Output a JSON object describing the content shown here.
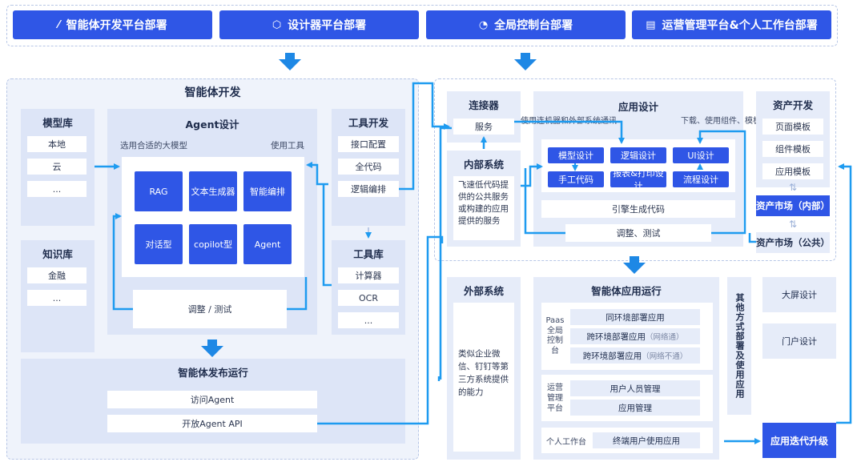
{
  "top_buttons": [
    {
      "icon": "wand-icon",
      "glyph": "⁄",
      "label": "智能体开发平台部署"
    },
    {
      "icon": "cube-icon",
      "glyph": "⬡",
      "label": "设计器平台部署"
    },
    {
      "icon": "gauge-icon",
      "glyph": "◔",
      "label": "全局控制台部署"
    },
    {
      "icon": "layout-icon",
      "glyph": "▤",
      "label": "运营管理平台&个人工作台部署"
    }
  ],
  "agent_dev": {
    "title": "智能体开发",
    "model_lib": {
      "title": "模型库",
      "items": [
        "本地",
        "云",
        "..."
      ]
    },
    "knowledge_lib": {
      "title": "知识库",
      "items": [
        "金融",
        "..."
      ]
    },
    "agent_design": {
      "title": "Agent设计",
      "hint_left": "选用合适的大模型",
      "hint_right": "使用工具",
      "tiles": [
        "RAG",
        "文本生成器",
        "智能编排",
        "对话型",
        "copilot型",
        "Agent"
      ],
      "adjust": "调整 / 测试"
    },
    "tool_dev": {
      "title": "工具开发",
      "items": [
        "接口配置",
        "全代码",
        "逻辑编排"
      ]
    },
    "tool_lib": {
      "title": "工具库",
      "items": [
        "计算器",
        "OCR",
        "..."
      ]
    },
    "publish": {
      "title": "智能体发布运行",
      "items": [
        "访问Agent",
        "开放Agent API"
      ]
    }
  },
  "connector": {
    "title": "连接器",
    "service": "服务",
    "note": "使用连机器和外部系统通讯"
  },
  "internal": {
    "title": "内部系统",
    "desc": "飞速低代码提供的公共服务或构建的应用提供的服务"
  },
  "app_design": {
    "title": "应用设计",
    "note": "下载、使用组件、模板",
    "row1": [
      "模型设计",
      "逻辑设计",
      "UI设计"
    ],
    "row2": [
      "手工代码",
      "报表&打印设计",
      "流程设计"
    ],
    "engine": "引擎生成代码",
    "adjust": "调整、测试"
  },
  "asset_dev": {
    "title": "资产开发",
    "items": [
      "页面模板",
      "组件模板",
      "应用模板"
    ]
  },
  "market_internal": "资产市场（内部）",
  "market_public": "资产市场（公共）",
  "external": {
    "title": "外部系统",
    "desc": "类似企业微信、钉钉等第三方系统提供的能力"
  },
  "app_run": {
    "title": "智能体应用运行",
    "paas_label": "Paas全局控制台",
    "paas_items": [
      {
        "main": "同环境部署应用",
        "sub": ""
      },
      {
        "main": "跨环境部署应用",
        "sub": "（网络通）"
      },
      {
        "main": "跨环境部署应用",
        "sub": "（网络不通）"
      }
    ],
    "ops_label": "运营管理平台",
    "ops_items": [
      "用户人员管理",
      "应用管理"
    ],
    "personal_label": "个人工作台",
    "personal_item": "终端用户使用应用"
  },
  "other_deploy": "其他方式部署及使用应用",
  "big_screen": "大屏设计",
  "portal": "门户设计",
  "iterate": "应用迭代升级",
  "colors": {
    "accent": "#2f56e6",
    "arrow": "#1e9bf0",
    "panel": "#e6ecf9"
  }
}
